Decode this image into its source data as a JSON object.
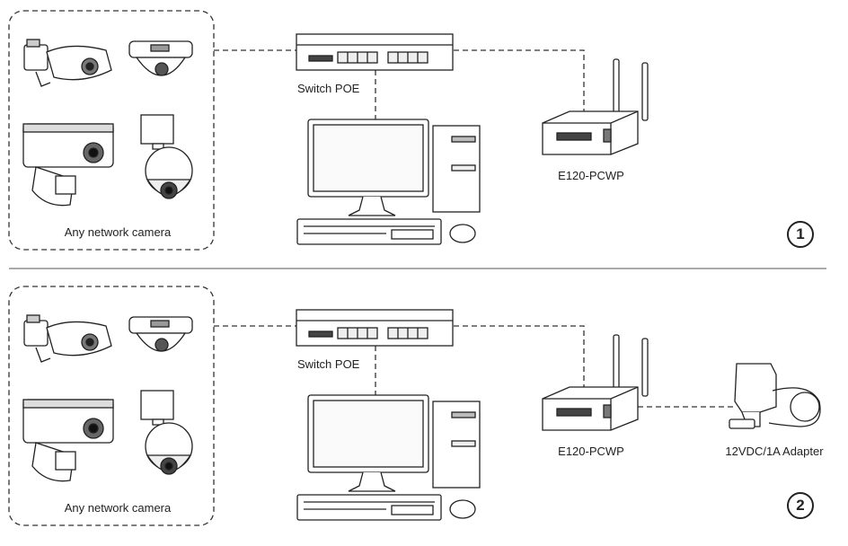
{
  "diagram": {
    "scenarios": [
      {
        "number": "1",
        "cameras_label": "Any network camera",
        "switch_label": "Switch POE",
        "device_label": "E120-PCWP"
      },
      {
        "number": "2",
        "cameras_label": "Any network camera",
        "switch_label": "Switch POE",
        "device_label": "E120-PCWP",
        "adapter_label": "12VDC/1A Adapter"
      }
    ]
  }
}
